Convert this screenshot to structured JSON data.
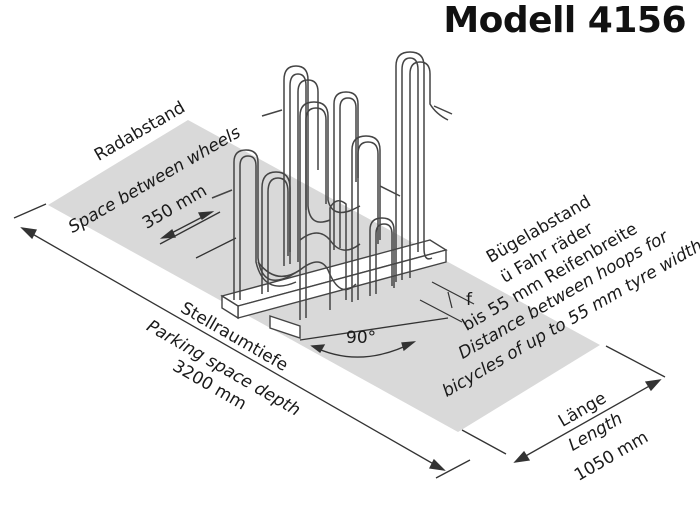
{
  "title": "Modell 4156",
  "wheelbase": {
    "label_de": "Radabstand",
    "label_en": "Space between wheels",
    "value": "350 mm"
  },
  "hoop_spacing": {
    "label_de_1": "Bügelabstand",
    "label_de_2": "ü Fahr räder",
    "label_de_3": "bis 55 mm Reifenbreite",
    "label_en_1": "Distance between hoops for",
    "label_en_2": "bicycles of up to 55 mm tyre width",
    "symbol": "f"
  },
  "depth": {
    "label_de": "Stellraumtiefe",
    "label_en": "Parking space depth",
    "value": "3200 mm"
  },
  "length": {
    "label_de": "Länge",
    "label_en": "Length",
    "value": "1050 mm"
  },
  "angle": "90°",
  "colors": {
    "floor": "#d9d9d9",
    "line": "#333333",
    "rack": "#555555"
  }
}
